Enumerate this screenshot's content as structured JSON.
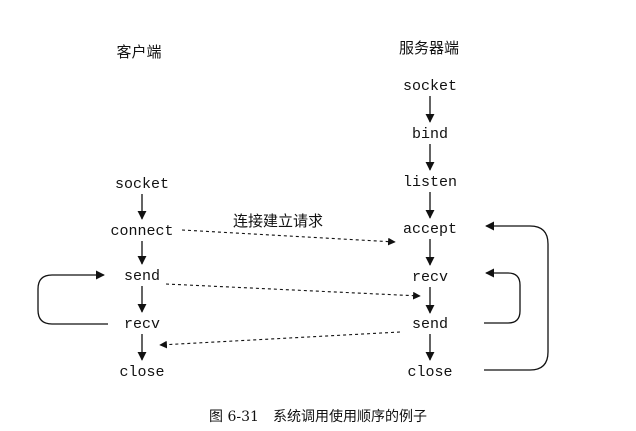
{
  "client": {
    "title": "客户端",
    "calls": [
      "socket",
      "connect",
      "send",
      "recv",
      "close"
    ]
  },
  "server": {
    "title": "服务器端",
    "calls": [
      "socket",
      "bind",
      "listen",
      "accept",
      "recv",
      "send",
      "close"
    ]
  },
  "messages": {
    "connect_request": "连接建立请求"
  },
  "caption": "图 6-31　系统调用使用顺序的例子"
}
